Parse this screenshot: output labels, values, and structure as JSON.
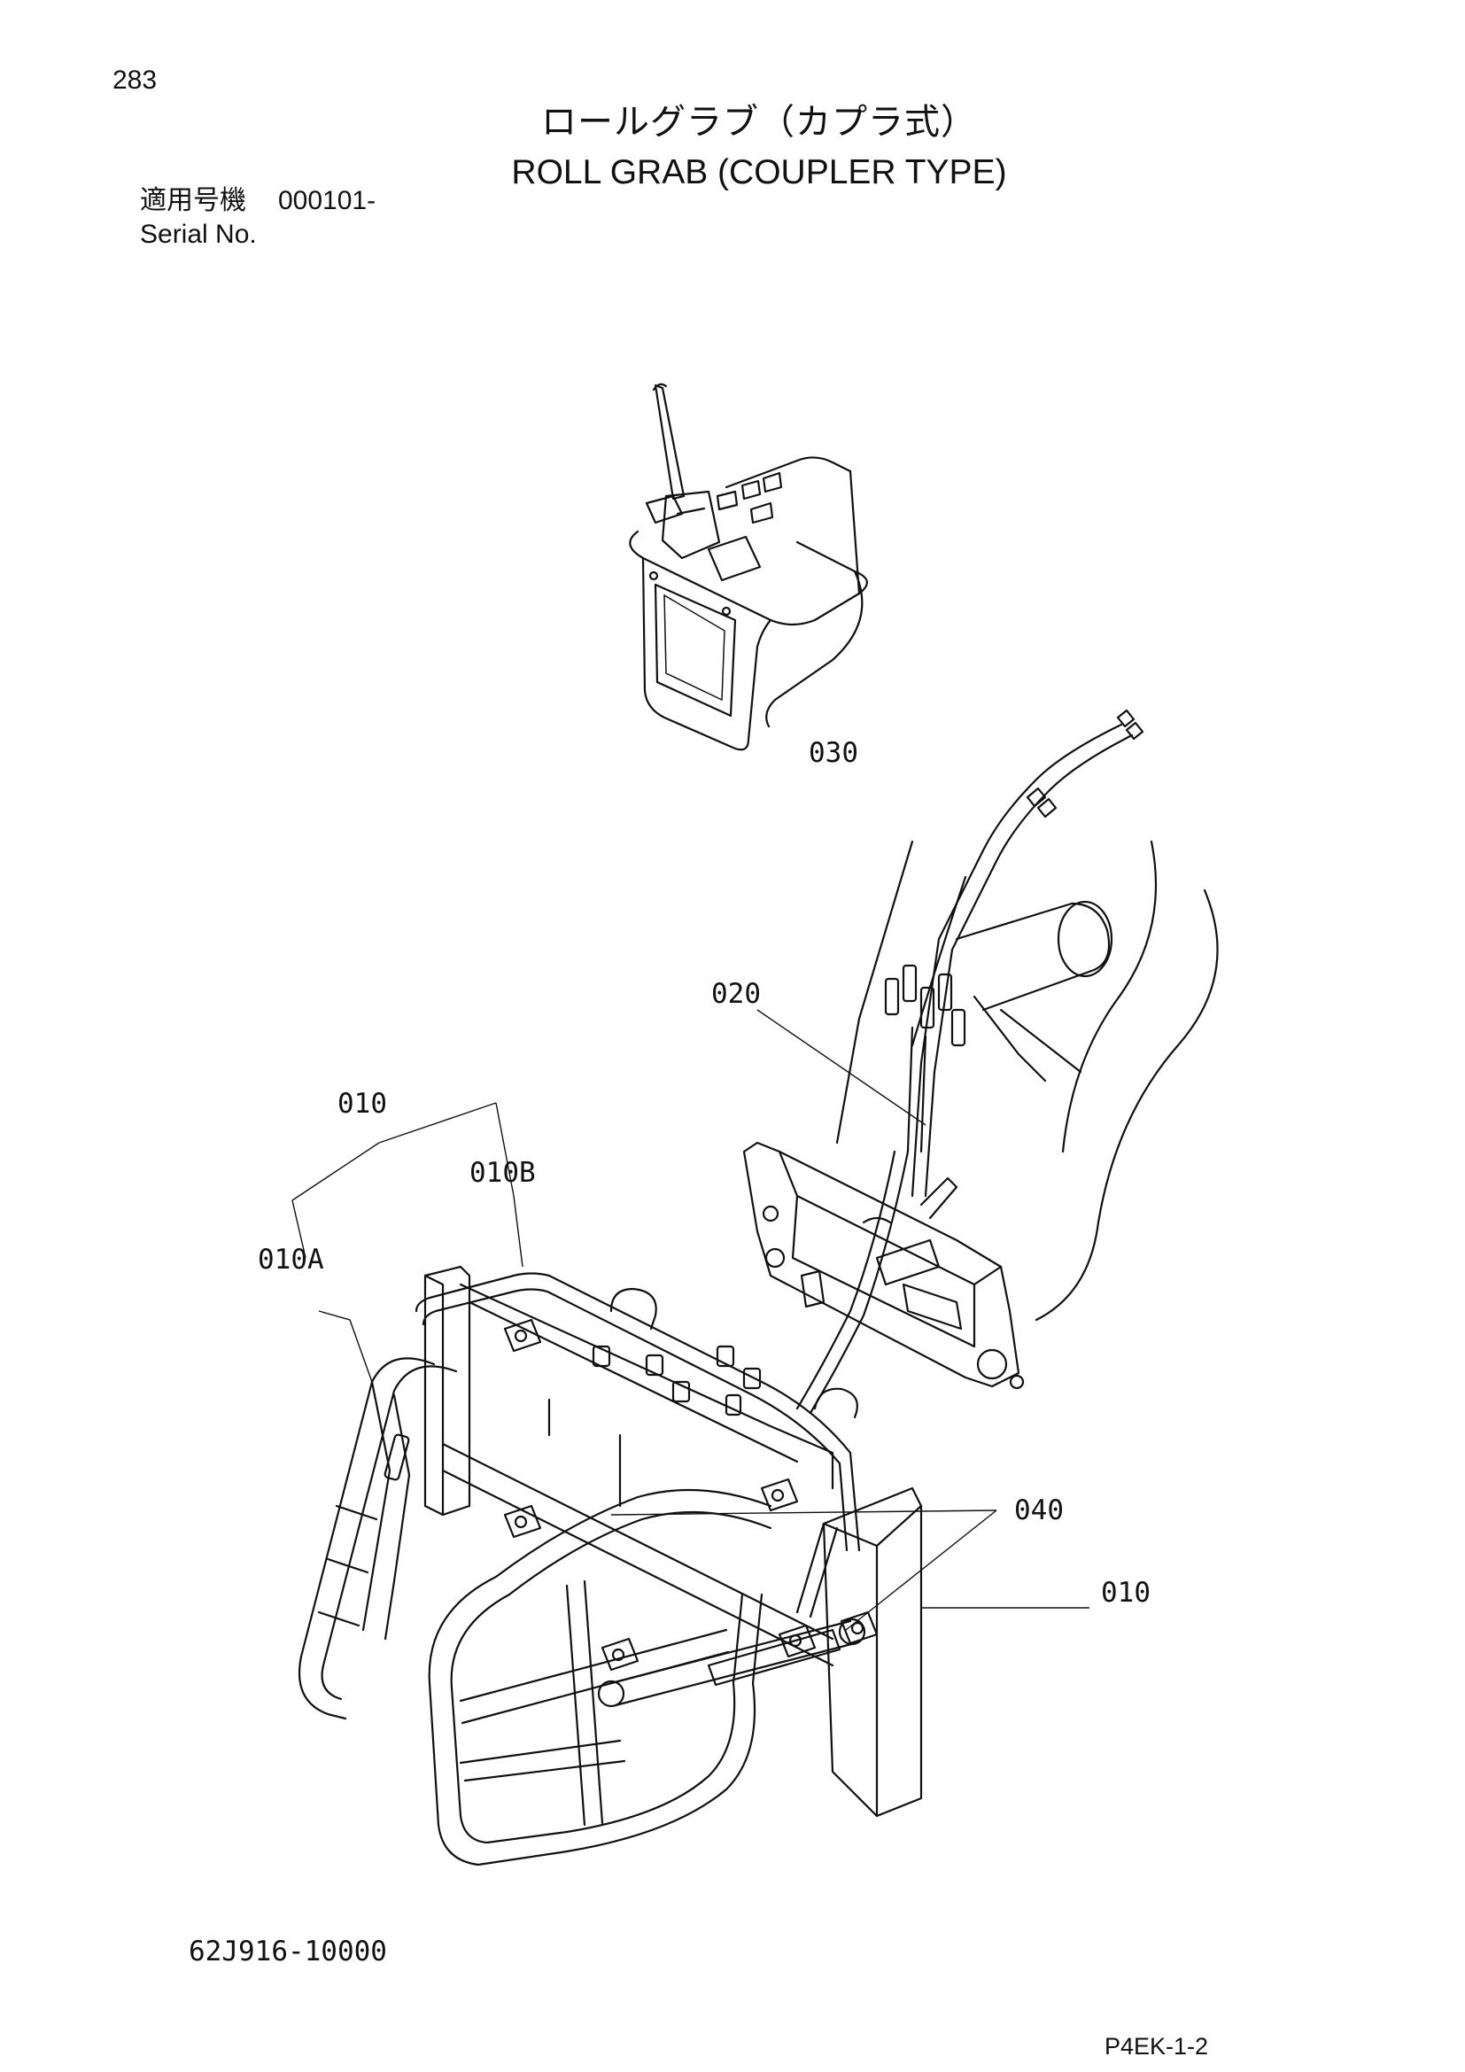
{
  "header": {
    "page_number": "283",
    "title_jp": "ロールグラブ（カプラ式）",
    "title_en": "ROLL GRAB (COUPLER TYPE)",
    "serial_label_jp": "適用号機",
    "serial_value": "000101-",
    "serial_label_en": "Serial No."
  },
  "callouts": {
    "part_030": "030",
    "part_020": "020",
    "part_010_top": "010",
    "part_010B": "010B",
    "part_010A": "010A",
    "part_040": "040",
    "part_010_right": "010"
  },
  "footer": {
    "drawing_number": "62J916-10000",
    "page_code": "P4EK-1-2"
  }
}
